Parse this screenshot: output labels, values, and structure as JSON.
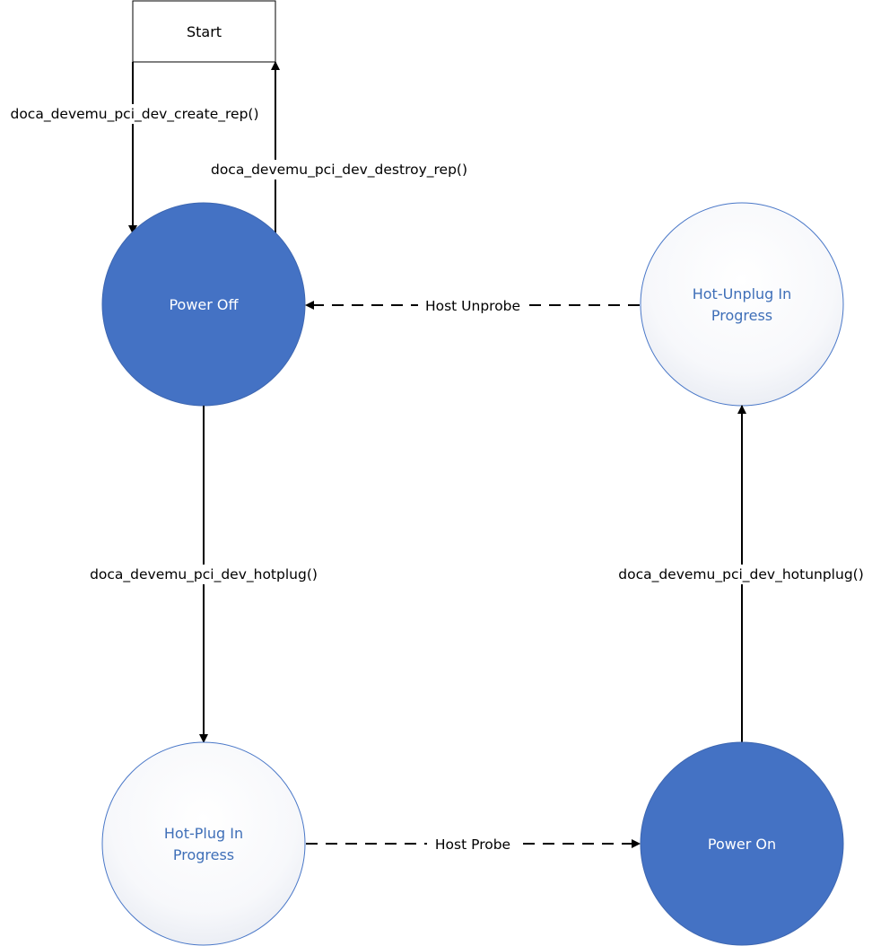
{
  "states": {
    "start": {
      "label": "Start"
    },
    "power_off": {
      "label": "Power Off"
    },
    "hot_unplug": {
      "label_line1": "Hot-Unplug In",
      "label_line2": "Progress"
    },
    "hot_plug": {
      "label_line1": "Hot-Plug In",
      "label_line2": "Progress"
    },
    "power_on": {
      "label": "Power On"
    }
  },
  "transitions": {
    "create_rep": "doca_devemu_pci_dev_create_rep()",
    "destroy_rep": "doca_devemu_pci_dev_destroy_rep()",
    "hotplug": "doca_devemu_pci_dev_hotplug()",
    "hotunplug": "doca_devemu_pci_dev_hotunplug()",
    "host_unprobe": "Host Unprobe",
    "host_probe": "Host Probe"
  },
  "colors": {
    "filled_state": "#4472C4",
    "filled_state_stroke": "#3E67B1",
    "pending_state_stroke": "#4A78C8",
    "pending_state_text": "#3F6FB8",
    "arrow": "#000000"
  }
}
